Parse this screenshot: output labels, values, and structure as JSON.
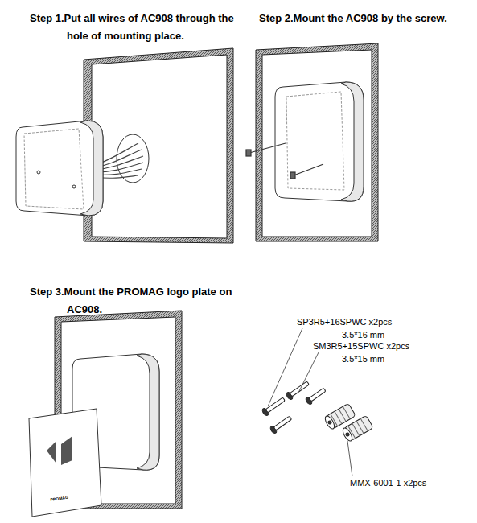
{
  "diagram": {
    "labels": [
      "Step 1.Put all wires of AC908 through the hole of mounting place.",
      "Step 2.Mount the AC908 by the screw.",
      "Step 3.Mount the PROMAG logo plate on AC908.",
      "SP3R5+16SPWC x2pcs",
      "3.5*16 mm",
      "SM3R5+15SPWC x2pcs",
      "3.5*15 mm",
      "MMX-6001-1 x2pcs",
      "PROMAG"
    ]
  }
}
